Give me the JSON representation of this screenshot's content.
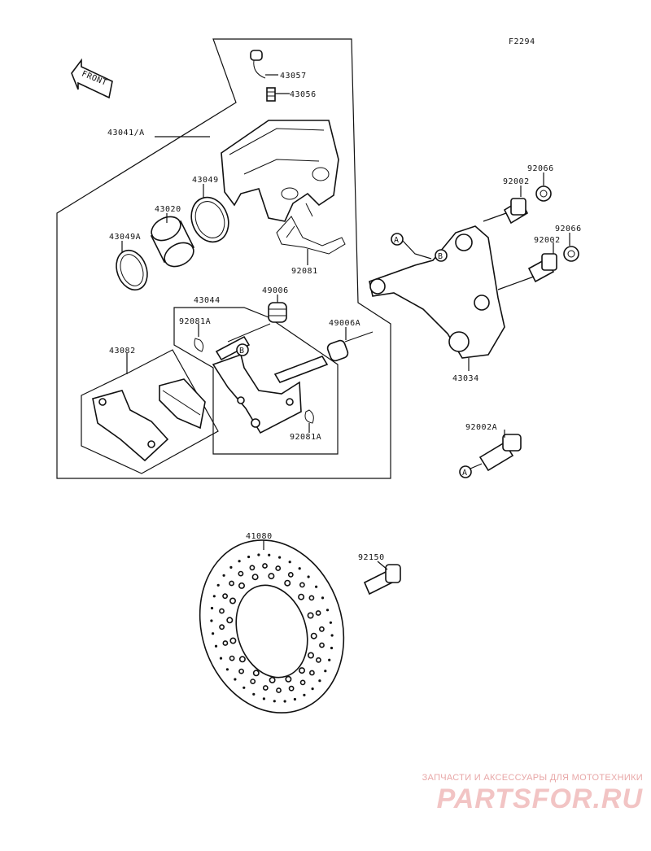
{
  "figure_code": "F2294",
  "front_label": "FRONT",
  "parts": {
    "p43057": "43057",
    "p43056": "43056",
    "p43041A": "43041/A",
    "p43049": "43049",
    "p43020": "43020",
    "p43049A": "43049A",
    "p92081": "92081",
    "p43044": "43044",
    "p49006": "49006",
    "p92081A_top": "92081A",
    "p49006A": "49006A",
    "p43082": "43082",
    "p92081A_bot": "92081A",
    "p92066_a": "92066",
    "p92002_a": "92002",
    "p92066_b": "92066",
    "p92002_b": "92002",
    "p43034": "43034",
    "p92002A": "92002A",
    "p41080": "41080",
    "p92150": "92150"
  },
  "markers": {
    "a": "A",
    "b": "B"
  },
  "watermark": {
    "tagline": "ЗАПЧАСТИ И АКСЕССУАРЫ ДЛЯ МОТОТЕХНИКИ",
    "logo": "PARTSFOR.RU"
  }
}
